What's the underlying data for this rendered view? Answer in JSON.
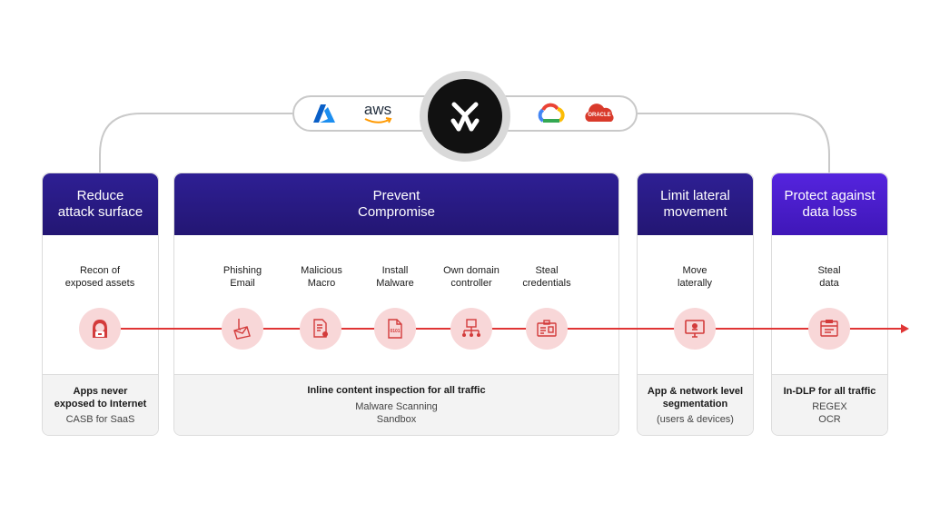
{
  "columns": [
    {
      "title_line1": "Reduce",
      "title_line2": "attack surface",
      "color": "#2a1a8a",
      "footer": [
        "Apps never",
        "exposed to Internet",
        "CASB for SaaS"
      ]
    },
    {
      "title_line1": "Prevent",
      "title_line2": "Compromise",
      "color": "#2a1a8a",
      "footer": [
        "Inline content inspection for all traffic",
        "Malware Scanning",
        "Sandbox"
      ]
    },
    {
      "title_line1": "Limit lateral",
      "title_line2": "movement",
      "color": "#2a1a8a",
      "footer": [
        "App & network level",
        "segmentation",
        "(users & devices)"
      ]
    },
    {
      "title_line1": "Protect against",
      "title_line2": "data loss",
      "color": "#4b1fd1",
      "footer": [
        "In-DLP for all traffic",
        "REGEX",
        "OCR"
      ]
    }
  ],
  "stages": [
    {
      "line1": "Recon of",
      "line2": "exposed assets",
      "icon": "hacker-icon"
    },
    {
      "line1": "Phishing",
      "line2": "Email",
      "icon": "phishing-email-icon"
    },
    {
      "line1": "Malicious",
      "line2": "Macro",
      "icon": "malicious-document-icon"
    },
    {
      "line1": "Install",
      "line2": "Malware",
      "icon": "binary-file-icon"
    },
    {
      "line1": "Own domain",
      "line2": "controller",
      "icon": "network-hierarchy-icon"
    },
    {
      "line1": "Steal",
      "line2": "credentials",
      "icon": "id-card-icon"
    },
    {
      "line1": "Move",
      "line2": "laterally",
      "icon": "infected-monitor-icon"
    },
    {
      "line1": "Steal",
      "line2": "data",
      "icon": "data-exfiltration-icon"
    }
  ],
  "clouds": {
    "aws_label": "aws",
    "oracle_label": "ORACLE",
    "icons": [
      "azure-logo-icon",
      "aws-logo-icon",
      "google-cloud-logo-icon",
      "oracle-logo-icon"
    ]
  },
  "colors": {
    "arrow": "#e03535",
    "stage_circle": "#f8d7d8",
    "stage_icon": "#d33b3b",
    "hub": "#111111"
  }
}
